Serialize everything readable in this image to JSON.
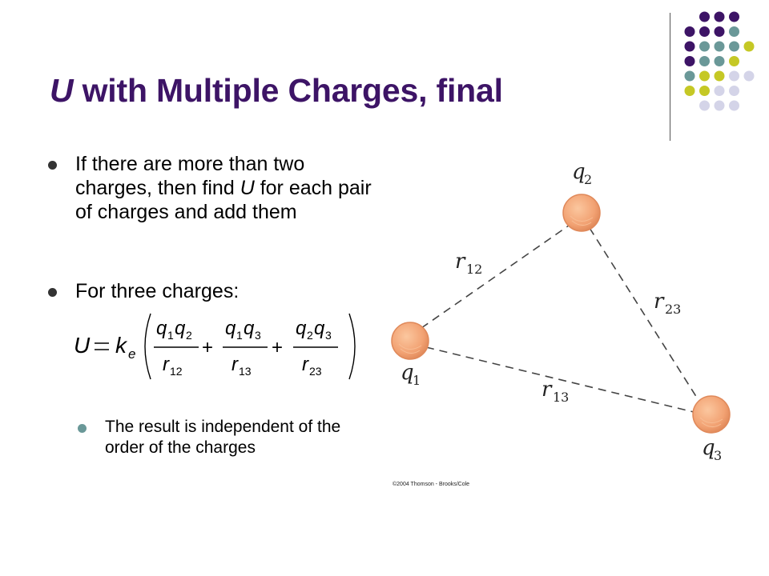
{
  "slide": {
    "title_var": "U",
    "title_rest": " with Multiple Charges, final",
    "bullets": {
      "b1_part1": "If there are more than two charges, then find ",
      "b1_var": "U",
      "b1_part2": " for each pair of charges and add them",
      "b2": "For three charges:"
    },
    "sub_bullet": "The result is independent of the order of the charges",
    "equation": {
      "lhs": "U",
      "k": "k",
      "k_sub": "e",
      "terms": [
        {
          "num_a": "q",
          "num_a_sub": "1",
          "num_b": "q",
          "num_b_sub": "2",
          "den": "r",
          "den_sub": "12"
        },
        {
          "num_a": "q",
          "num_a_sub": "1",
          "num_b": "q",
          "num_b_sub": "3",
          "den": "r",
          "den_sub": "13"
        },
        {
          "num_a": "q",
          "num_a_sub": "2",
          "num_b": "q",
          "num_b_sub": "3",
          "den": "r",
          "den_sub": "23"
        }
      ]
    }
  },
  "diagram": {
    "charges": [
      {
        "label": "q",
        "sub": "1"
      },
      {
        "label": "q",
        "sub": "2"
      },
      {
        "label": "q",
        "sub": "3"
      }
    ],
    "distances": [
      {
        "label": "r",
        "sub": "12"
      },
      {
        "label": "r",
        "sub": "23"
      },
      {
        "label": "r",
        "sub": "13"
      }
    ],
    "copyright": "©2004 Thomson - Brooks/Cole",
    "colors": {
      "charge_fill": "#f2a273",
      "charge_stroke": "#e0895a",
      "line": "#444444"
    }
  },
  "theme": {
    "title_color": "#3d1466",
    "dot_colors": {
      "purple": "#3d1466",
      "teal": "#6a9898",
      "yellow": "#c5c825",
      "lavender": "#d4d4e8"
    }
  }
}
